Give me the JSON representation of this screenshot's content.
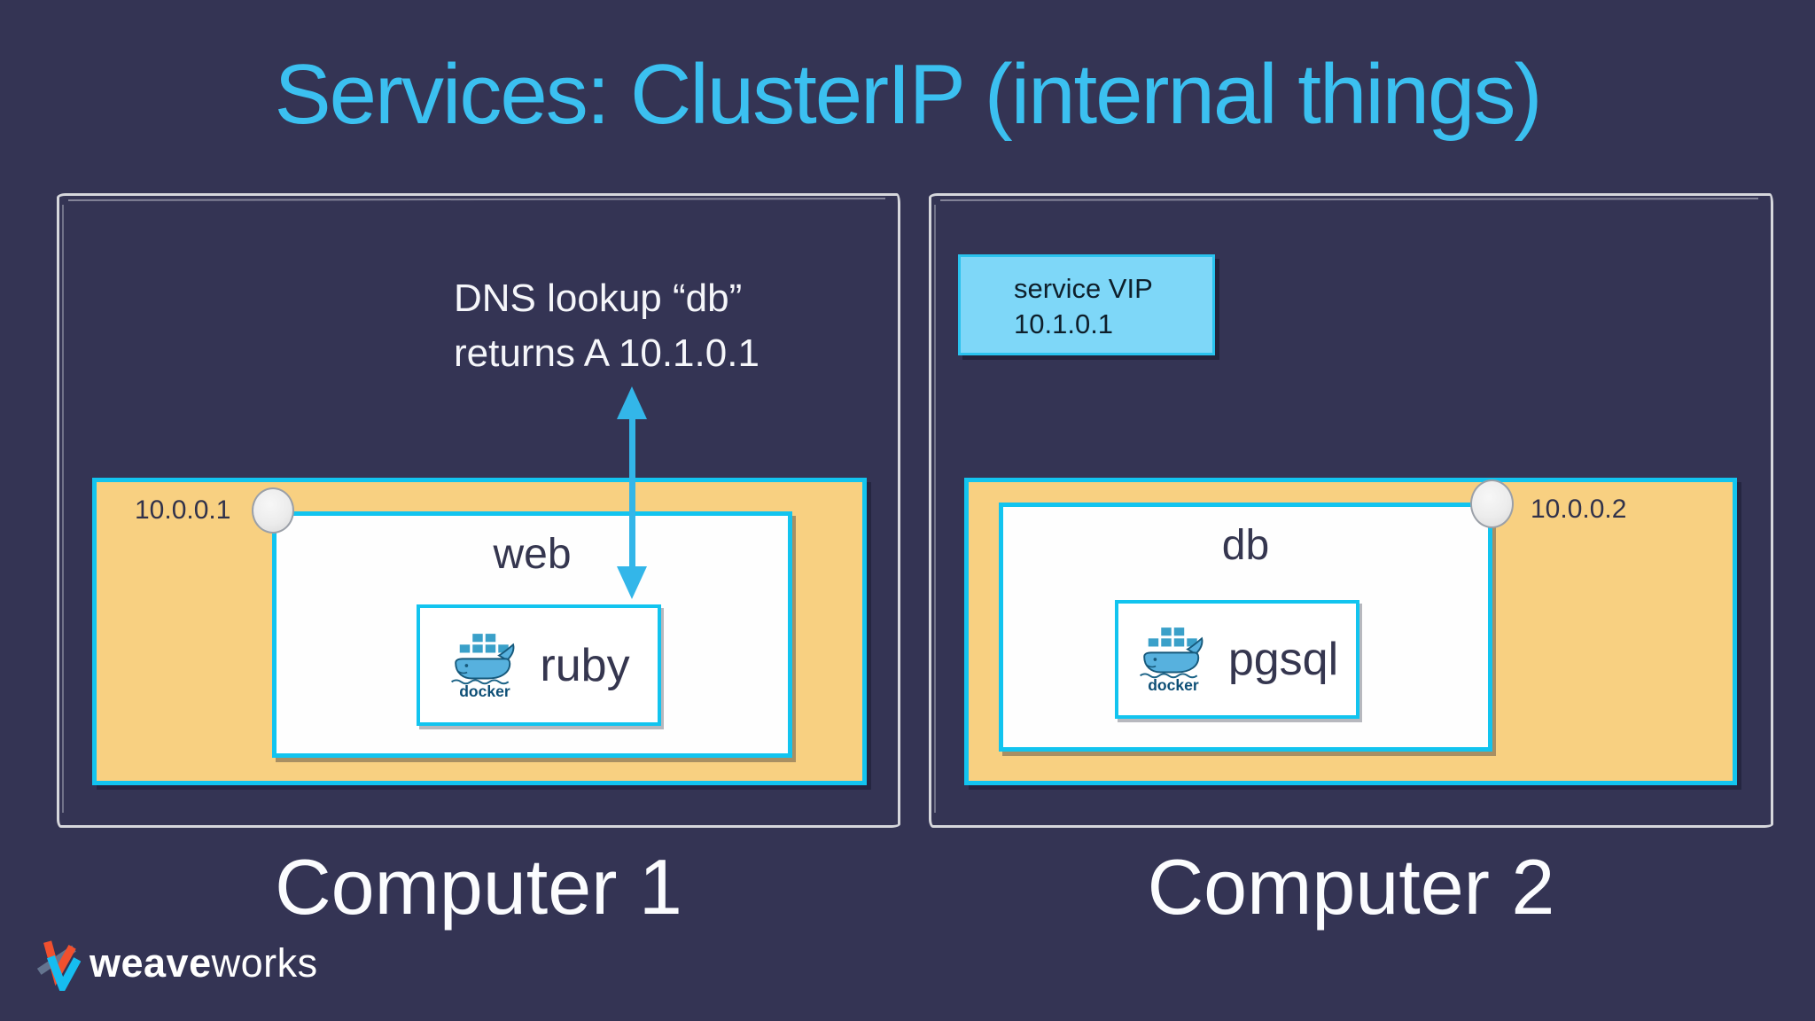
{
  "slide": {
    "title": "Services: ClusterIP (internal things)"
  },
  "computer1": {
    "label": "Computer 1",
    "annotation": {
      "line1": "DNS lookup “db”",
      "line2": "returns A 10.1.0.1"
    },
    "host": {
      "ip": "10.0.0.1",
      "pod": {
        "name": "web",
        "container": {
          "runtime": "docker",
          "image": "ruby"
        }
      }
    }
  },
  "computer2": {
    "label": "Computer 2",
    "service_vip": {
      "line1": "service VIP",
      "line2": "10.1.0.1"
    },
    "host": {
      "ip": "10.0.0.2",
      "pod": {
        "name": "db",
        "container": {
          "runtime": "docker",
          "image": "pgsql"
        }
      }
    }
  },
  "footer": {
    "brand_bold": "weave",
    "brand_regular": "works"
  },
  "colors": {
    "background": "#343454",
    "title_cyan": "#3bc0f0",
    "box_border_cyan": "#12c4ef",
    "node_yellow": "#f8d081",
    "service_vip_fill": "#7ed7f8",
    "arrow_cyan": "#33b6e9",
    "sketch_border_gray": "#d6d7dc",
    "dark_text": "#35364f",
    "white_text": "#ffffff"
  }
}
